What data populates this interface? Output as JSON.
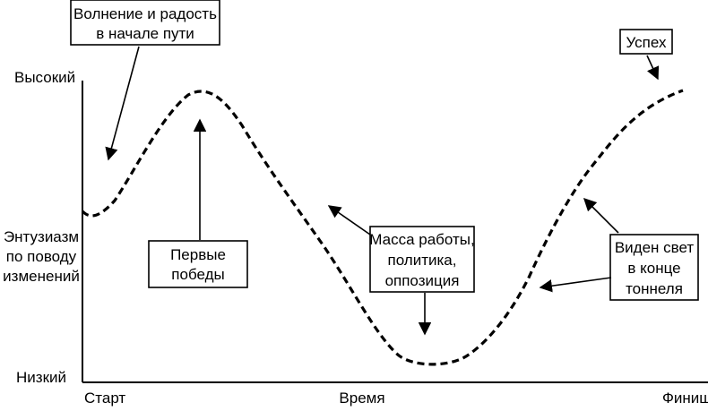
{
  "colors": {
    "line": "#000000",
    "background": "#ffffff"
  },
  "axes": {
    "y_high": "Высокий",
    "y_label_lines": [
      "Энтузиазм",
      "по поводу",
      "изменений"
    ],
    "y_low": "Низкий",
    "x_start": "Старт",
    "x_label": "Время",
    "x_end": "Финиш"
  },
  "callouts": {
    "excitement": [
      "Волнение и радость",
      "в начале пути"
    ],
    "success": [
      "Успех"
    ],
    "first_wins": [
      "Первые",
      "победы"
    ],
    "mass_work": [
      "Масса работы,",
      "политика,",
      "оппозиция"
    ],
    "light_seen": [
      "Виден свет",
      "в конце",
      "тоннеля"
    ]
  }
}
